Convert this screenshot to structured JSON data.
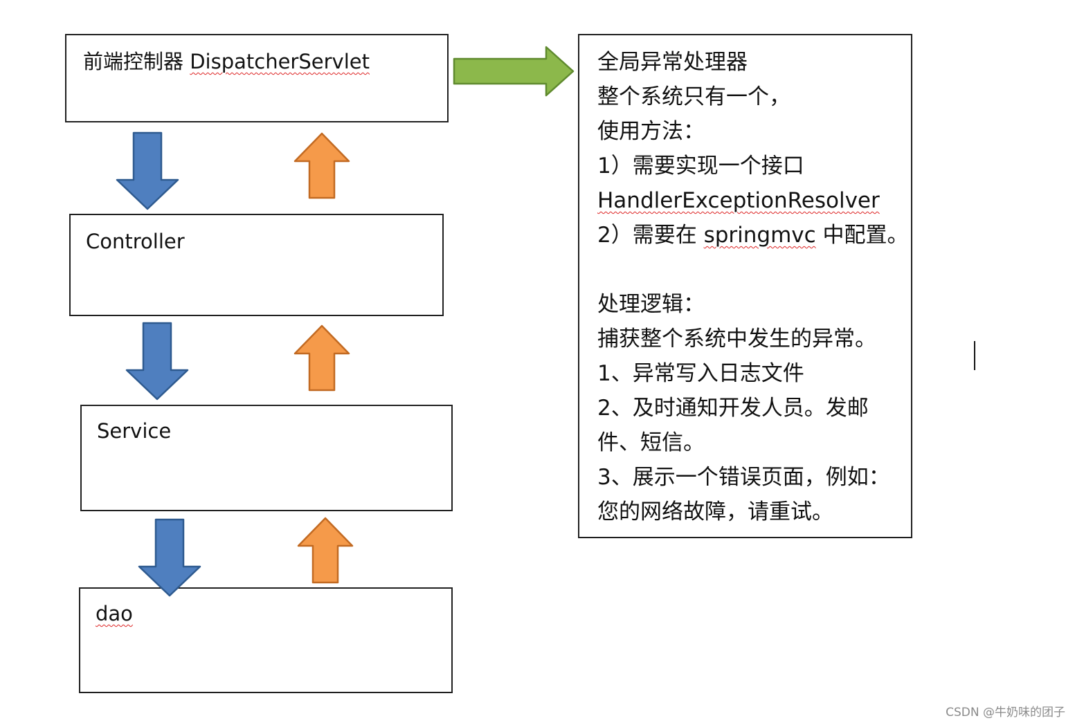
{
  "left_stack": {
    "dispatcher": {
      "prefix": "前端控制器 ",
      "name": "DispatcherServlet"
    },
    "controller": {
      "label": "Controller"
    },
    "service": {
      "label": "Service"
    },
    "dao": {
      "label": "dao"
    }
  },
  "right_box": {
    "lines": [
      {
        "text": "全局异常处理器"
      },
      {
        "text": "整个系统只有一个，"
      },
      {
        "text": "使用方法："
      },
      {
        "text": "1）需要实现一个接口"
      },
      {
        "text": "HandlerExceptionResolver"
      },
      {
        "pre": "2）需要在 ",
        "code": "springmvc",
        "post": " 中配置。"
      },
      {
        "text": ""
      },
      {
        "text": "处理逻辑："
      },
      {
        "text": "捕获整个系统中发生的异常。"
      },
      {
        "text": "1、异常写入日志文件"
      },
      {
        "text": "2、及时通知开发人员。发邮"
      },
      {
        "text": "件、短信。"
      },
      {
        "text": "3、展示一个错误页面，例如："
      },
      {
        "text": "您的网络故障，请重试。"
      }
    ]
  },
  "colors": {
    "down_arrow": "#4f7fbf",
    "up_arrow": "#f59a4a",
    "right_arrow": "#8cb84b"
  },
  "watermark": "CSDN @牛奶味的团子"
}
